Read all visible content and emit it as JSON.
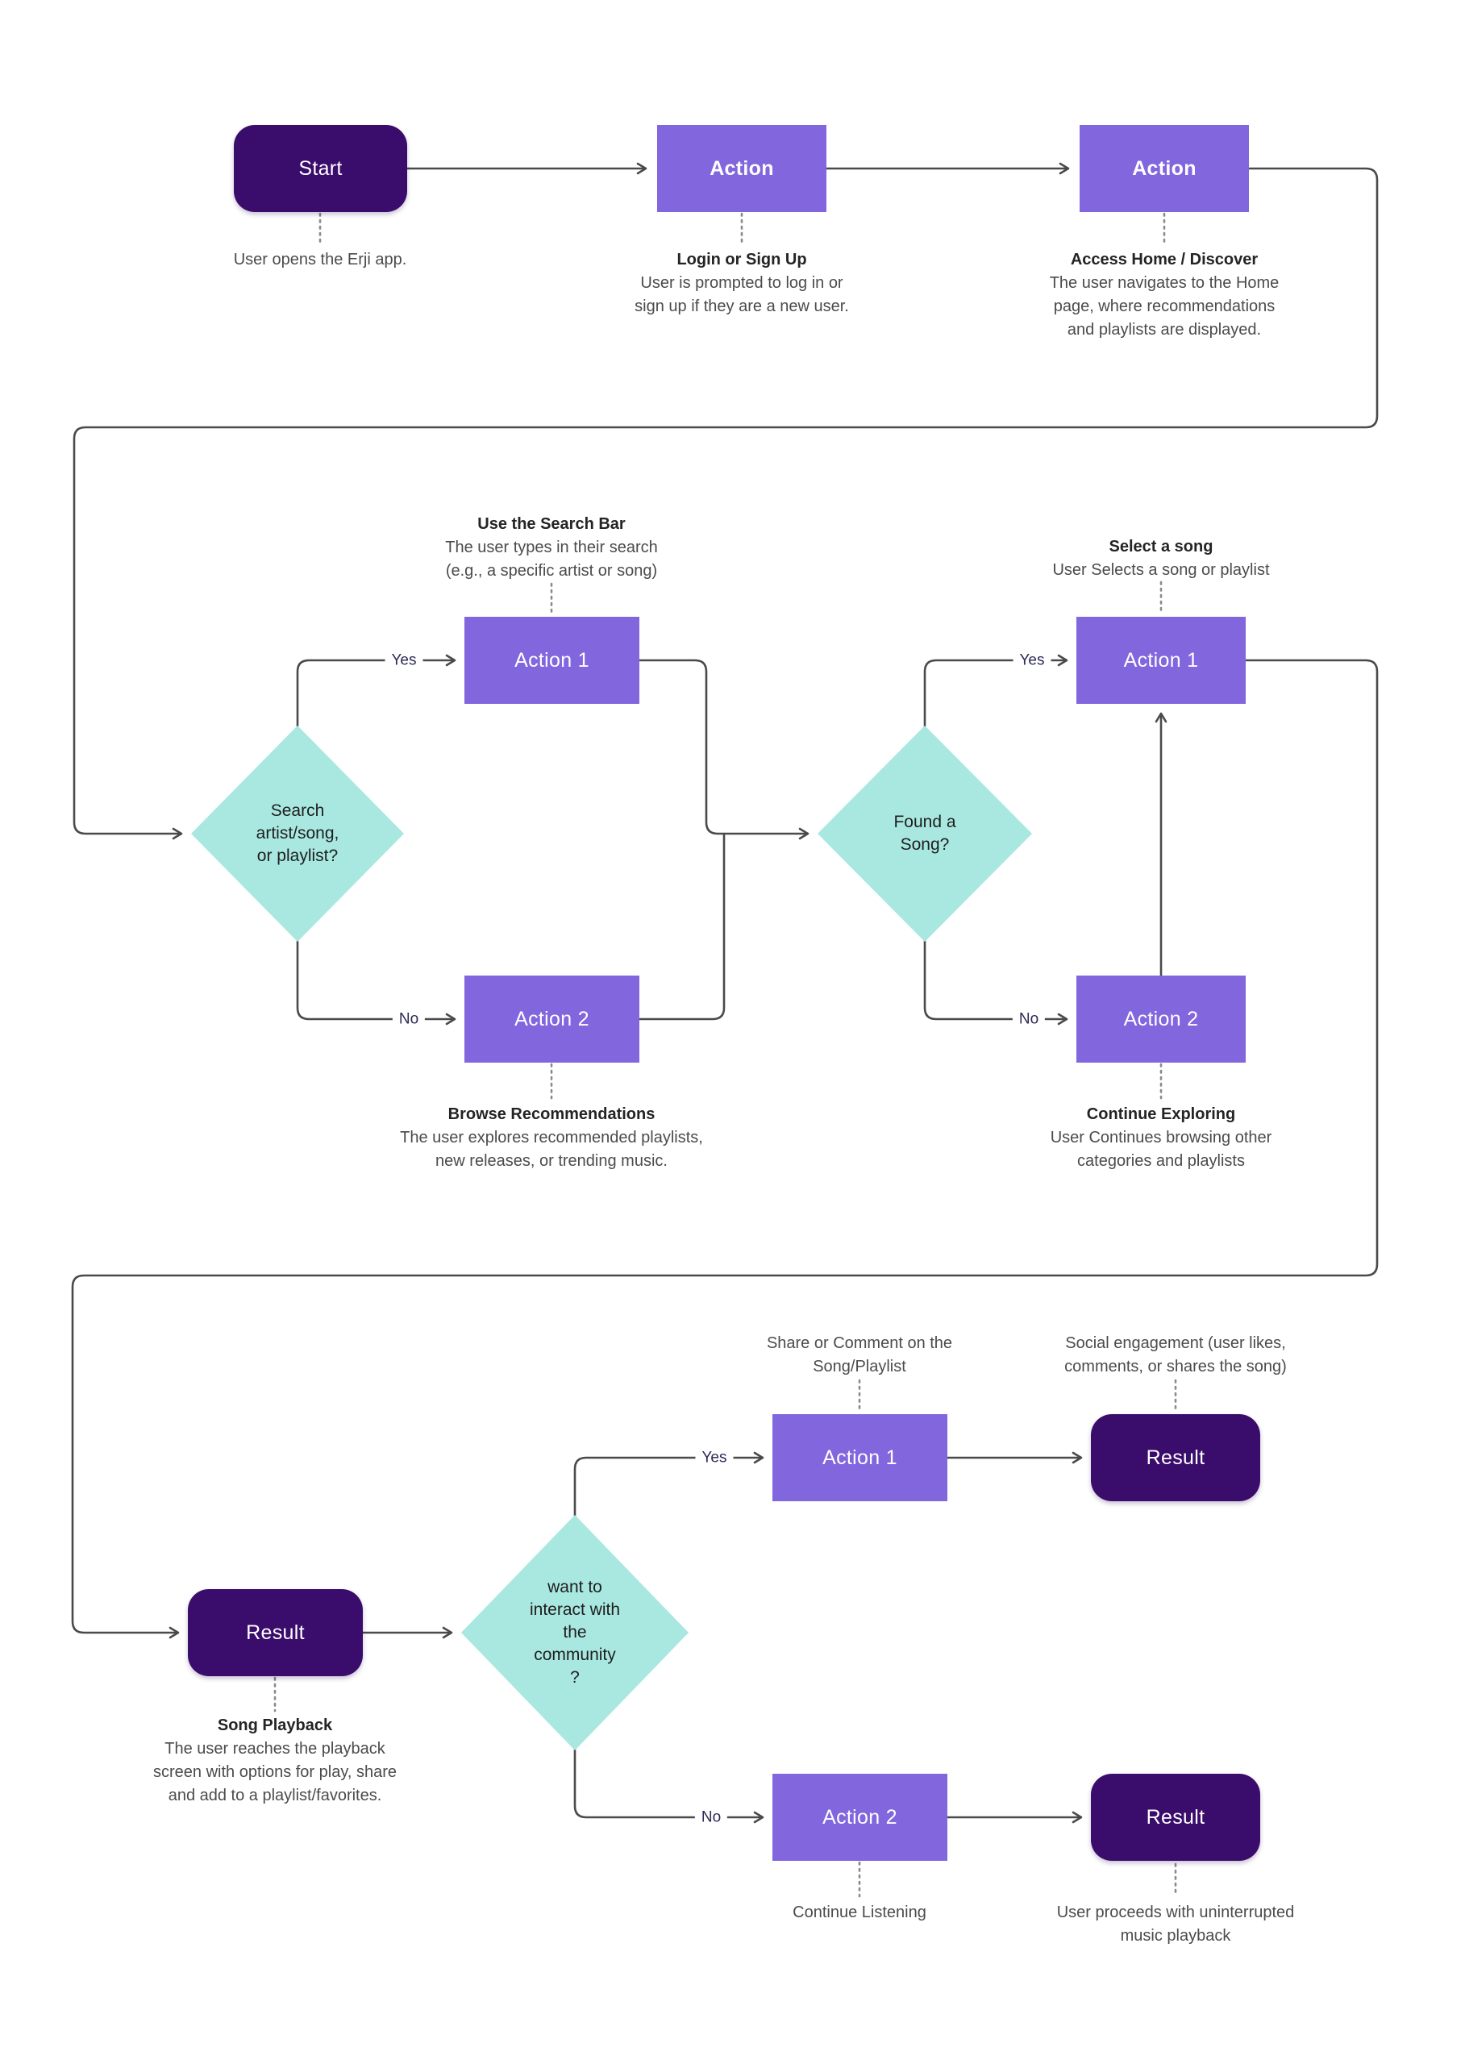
{
  "diagram": {
    "nodes": {
      "start": {
        "label": "Start"
      },
      "action_login": {
        "label": "Action"
      },
      "action_home": {
        "label": "Action"
      },
      "action_search_bar": {
        "label": "Action 1"
      },
      "action_browse": {
        "label": "Action 2"
      },
      "action_select_song": {
        "label": "Action 1"
      },
      "action_explore": {
        "label": "Action 2"
      },
      "result_playback": {
        "label": "Result"
      },
      "action_share": {
        "label": "Action 1"
      },
      "result_social": {
        "label": "Result"
      },
      "action_listen": {
        "label": "Action 2"
      },
      "result_uninterrupted": {
        "label": "Result"
      }
    },
    "decisions": {
      "search": {
        "lines": [
          "Search",
          "artist/song,",
          "or playlist?"
        ]
      },
      "found_song": {
        "lines": [
          "Found a",
          "Song?"
        ]
      },
      "interact": {
        "lines": [
          "want to",
          "interact with",
          "the",
          "community",
          "?"
        ]
      }
    },
    "captions": {
      "open_app": {
        "lines": [
          "User opens the Erji app."
        ]
      },
      "login": {
        "title": "Login or Sign Up",
        "lines": [
          "User is prompted to log in or",
          "sign up if they are a new user."
        ]
      },
      "home": {
        "title": "Access Home / Discover",
        "lines": [
          "The user navigates to the Home",
          "page, where recommendations",
          "and playlists are displayed."
        ]
      },
      "search_bar": {
        "title": "Use the Search Bar",
        "lines": [
          "The user types in their search",
          "(e.g., a specific artist or song)"
        ]
      },
      "select_song": {
        "title": "Select a song",
        "lines": [
          "User Selects a song or playlist"
        ]
      },
      "browse": {
        "title": "Browse Recommendations",
        "lines": [
          "The user explores recommended playlists,",
          "new releases, or trending music."
        ]
      },
      "explore": {
        "title": "Continue Exploring",
        "lines": [
          "User Continues browsing other",
          "categories and playlists"
        ]
      },
      "playback": {
        "title": "Song Playback",
        "lines": [
          "The user reaches the playback",
          "screen with options for play, share",
          "and add to a playlist/favorites."
        ]
      },
      "share": {
        "lines": [
          "Share or Comment on the",
          "Song/Playlist"
        ]
      },
      "social": {
        "lines": [
          "Social engagement (user likes,",
          "comments, or shares the song)"
        ]
      },
      "listen": {
        "lines": [
          "Continue Listening"
        ]
      },
      "uninterrupted": {
        "lines": [
          "User proceeds with uninterrupted",
          "music playback"
        ]
      }
    },
    "edge_labels": {
      "yes": "Yes",
      "no": "No"
    },
    "colors": {
      "result_dark_purple": "#3A0C6B",
      "action_purple": "#8266DE",
      "decision_teal": "#A9E8E0",
      "connector_gray": "#4A4A4A",
      "edge_label_navy": "#2D2A55",
      "caption_title": "#242424",
      "caption_body": "#4B4B4B"
    }
  }
}
